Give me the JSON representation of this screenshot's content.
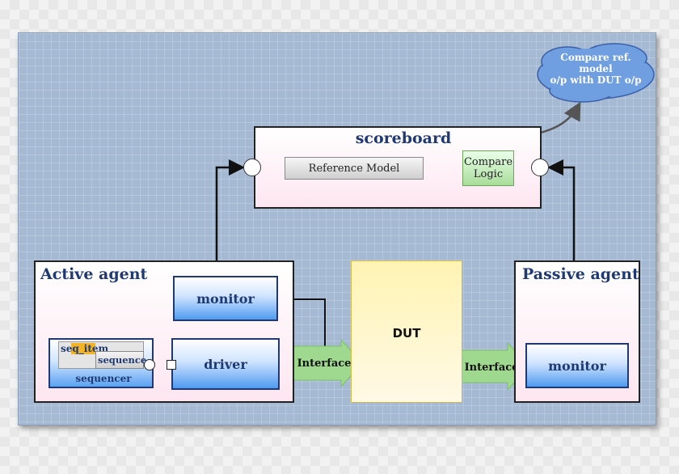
{
  "scoreboard": {
    "title": "scoreboard",
    "reference_model": "Reference Model",
    "compare_logic": "Compare Logic"
  },
  "active_agent": {
    "title": "Active agent",
    "monitor": "monitor",
    "driver": "driver",
    "sequencer": "sequencer",
    "seq_item": "seq_item",
    "sequence": "sequence"
  },
  "passive_agent": {
    "title": "Passive agent",
    "monitor": "monitor"
  },
  "dut": {
    "label": "DUT"
  },
  "interfaces": {
    "left": "Interface",
    "right": "Interface"
  },
  "callout": {
    "line1": "Compare ref.",
    "line2": "model",
    "line3": "o/p with DUT o/p"
  },
  "colors": {
    "canvas": "#a6b9d2",
    "title": "#1f3a73",
    "interface_arrow": "#9fd88f",
    "cloud": "#6f9fe0"
  }
}
